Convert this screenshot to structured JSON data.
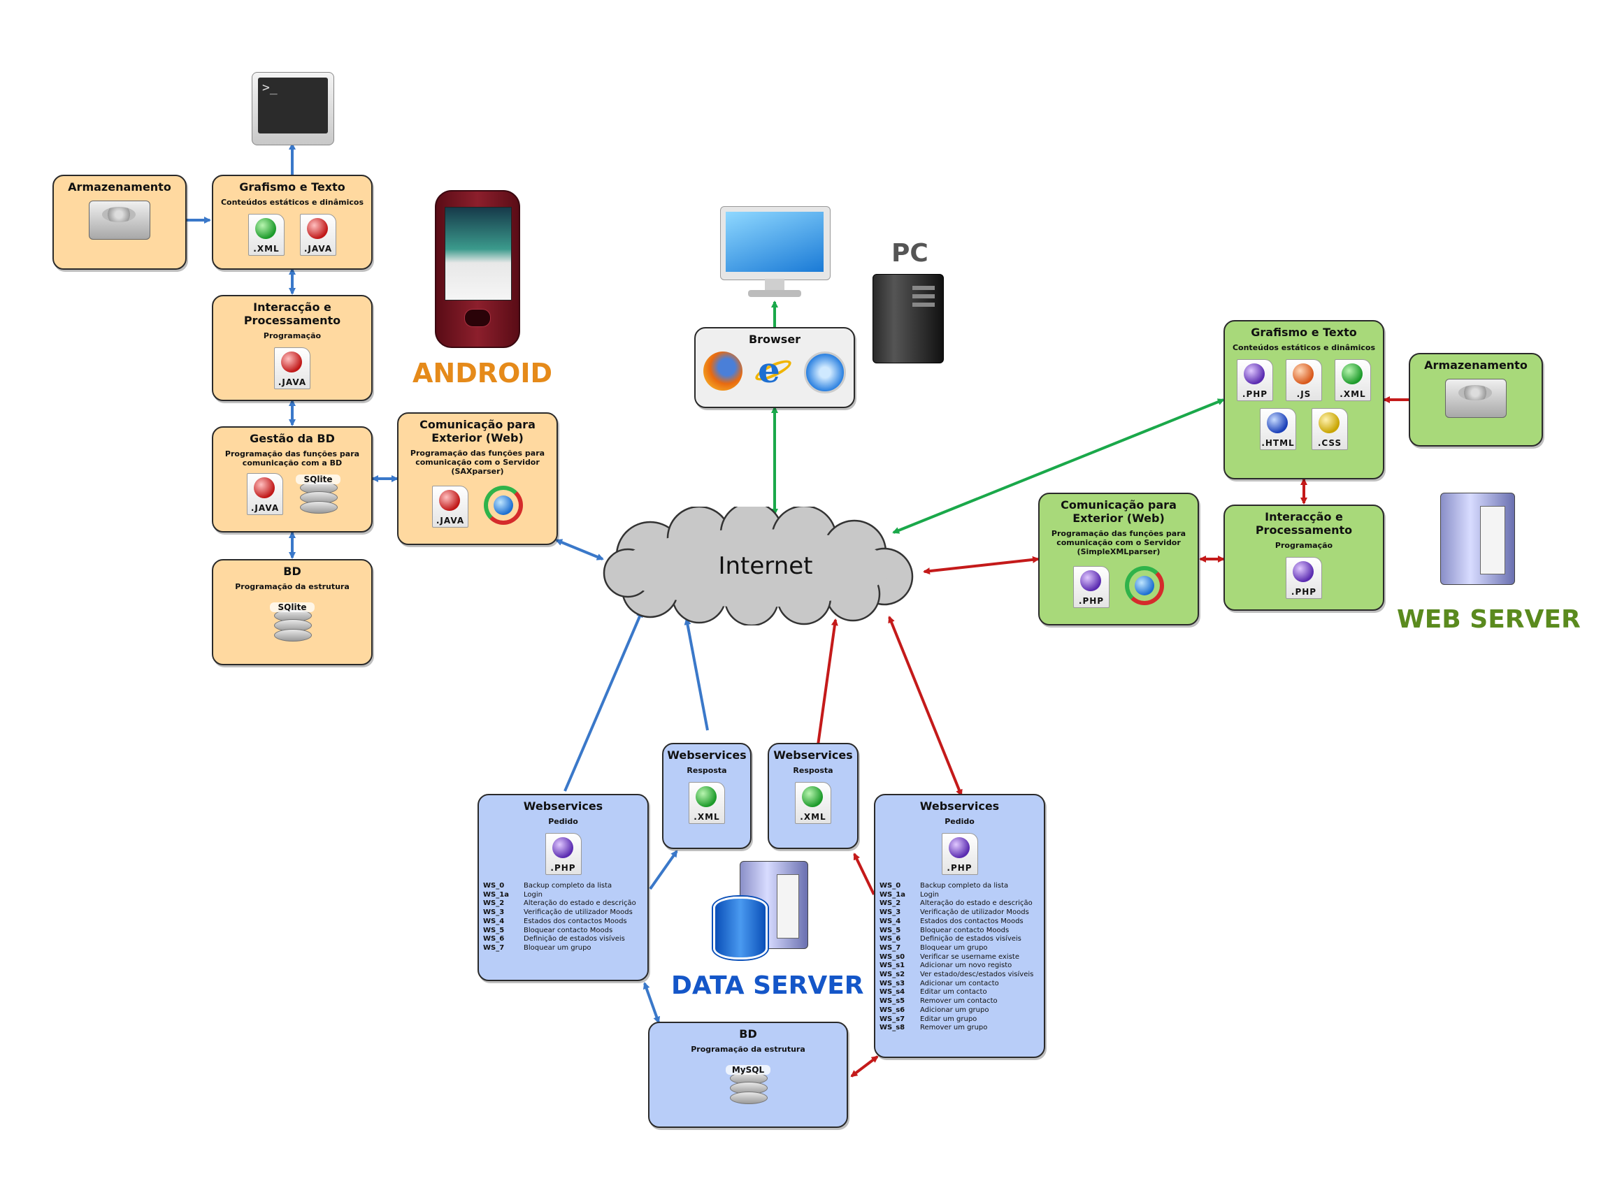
{
  "colors": {
    "android": "#e58a1a",
    "web_server": "#5a8a1e",
    "data_server": "#1456c8",
    "pc": "#555555",
    "arrow_blue": "#3a78c9",
    "arrow_green": "#1aa84a",
    "arrow_red": "#c41a1a"
  },
  "labels": {
    "android": "ANDROID",
    "pc": "PC",
    "web_server": "WEB SERVER",
    "data_server": "DATA SERVER",
    "internet": "Internet"
  },
  "android": {
    "storage": {
      "title": "Armazenamento",
      "icon": "hard-drive-icon"
    },
    "graphics": {
      "title": "Grafismo e Texto",
      "subtitle": "Conteúdos estáticos e dinâmicos",
      "files": [
        ".XML",
        ".JAVA"
      ]
    },
    "interaction": {
      "title": "Interacção e Processamento",
      "subtitle": "Programação",
      "files": [
        ".JAVA"
      ]
    },
    "db_mgmt": {
      "title": "Gestão da BD",
      "subtitle": "Programação das funções para comunicação com a BD",
      "files": [
        ".JAVA"
      ],
      "db_label": "SQlite"
    },
    "db": {
      "title": "BD",
      "subtitle": "Programação da estrutura",
      "db_label": "SQlite"
    },
    "comm": {
      "title": "Comunicação para Exterior (Web)",
      "subtitle": "Programação das funções para comunicação com o Servidor (SAXparser)",
      "files": [
        ".JAVA"
      ]
    }
  },
  "pc": {
    "browser": {
      "title": "Browser",
      "icons": [
        "firefox-icon",
        "internet-explorer-icon",
        "safari-icon"
      ]
    }
  },
  "web": {
    "graphics": {
      "title": "Grafismo e Texto",
      "subtitle": "Conteúdos estáticos e dinâmicos",
      "files": [
        ".PHP",
        ".JS",
        ".XML",
        ".HTML",
        ".CSS"
      ]
    },
    "storage": {
      "title": "Armazenamento",
      "icon": "hard-drive-icon"
    },
    "comm": {
      "title": "Comunicação para Exterior (Web)",
      "subtitle": "Programação das funções para comunicação com o Servidor (SimpleXMLparser)",
      "files": [
        ".PHP"
      ]
    },
    "interaction": {
      "title": "Interacção e Processamento",
      "subtitle": "Programação",
      "files": [
        ".PHP"
      ]
    }
  },
  "data": {
    "ws_left": {
      "title": "Webservices",
      "subtitle": "Pedido",
      "files": [
        ".PHP"
      ],
      "items": [
        {
          "code": "WS_0",
          "desc": "Backup completo da lista"
        },
        {
          "code": "WS_1a",
          "desc": "Login"
        },
        {
          "code": "WS_2",
          "desc": "Alteração do estado e descrição"
        },
        {
          "code": "WS_3",
          "desc": "Verificação de utilizador Moods"
        },
        {
          "code": "WS_4",
          "desc": "Estados dos contactos Moods"
        },
        {
          "code": "WS_5",
          "desc": "Bloquear contacto Moods"
        },
        {
          "code": "WS_6",
          "desc": "Definição de estados visíveis"
        },
        {
          "code": "WS_7",
          "desc": "Bloquear um grupo"
        }
      ]
    },
    "resp_left": {
      "title": "Webservices",
      "subtitle": "Resposta",
      "files": [
        ".XML"
      ]
    },
    "resp_right": {
      "title": "Webservices",
      "subtitle": "Resposta",
      "files": [
        ".XML"
      ]
    },
    "ws_right": {
      "title": "Webservices",
      "subtitle": "Pedido",
      "files": [
        ".PHP"
      ],
      "items": [
        {
          "code": "WS_0",
          "desc": "Backup completo da lista"
        },
        {
          "code": "WS_1a",
          "desc": "Login"
        },
        {
          "code": "WS_2",
          "desc": "Alteração do estado e descrição"
        },
        {
          "code": "WS_3",
          "desc": "Verificação de utilizador Moods"
        },
        {
          "code": "WS_4",
          "desc": "Estados dos contactos Moods"
        },
        {
          "code": "WS_5",
          "desc": "Bloquear contacto Moods"
        },
        {
          "code": "WS_6",
          "desc": "Definição de estados visíveis"
        },
        {
          "code": "WS_7",
          "desc": "Bloquear um grupo"
        },
        {
          "code": "WS_s0",
          "desc": "Verificar se username existe"
        },
        {
          "code": "WS_s1",
          "desc": "Adicionar um novo registo"
        },
        {
          "code": "WS_s2",
          "desc": "Ver estado/desc/estados visíveis"
        },
        {
          "code": "WS_s3",
          "desc": "Adicionar um contacto"
        },
        {
          "code": "WS_s4",
          "desc": "Editar um contacto"
        },
        {
          "code": "WS_s5",
          "desc": "Remover um contacto"
        },
        {
          "code": "WS_s6",
          "desc": "Adicionar um grupo"
        },
        {
          "code": "WS_s7",
          "desc": "Editar um grupo"
        },
        {
          "code": "WS_s8",
          "desc": "Remover um grupo"
        }
      ]
    },
    "db": {
      "title": "BD",
      "subtitle": "Programação da estrutura",
      "db_label": "MySQL"
    }
  }
}
